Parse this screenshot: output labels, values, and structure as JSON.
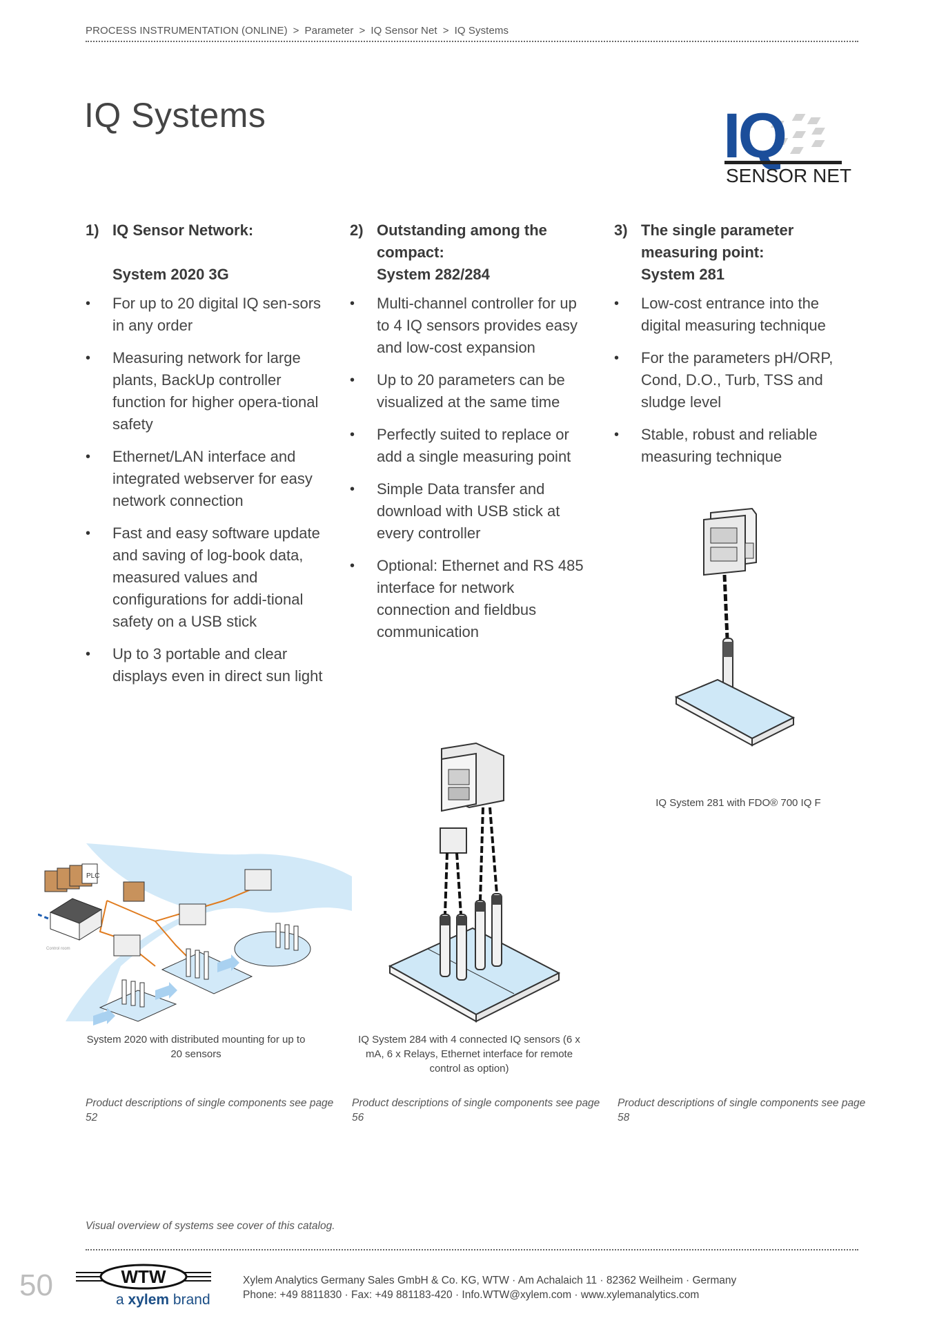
{
  "breadcrumb": [
    "PROCESS INSTRUMENTATION (ONLINE)",
    "Parameter",
    "IQ Sensor Net",
    "IQ Systems"
  ],
  "breadcrumb_separator": ">",
  "page_title": "IQ Systems",
  "logo": {
    "mark": "IQ",
    "text": "SENSOR NET",
    "color": "#1b4e9a"
  },
  "columns": [
    {
      "num": "1)",
      "heading": "IQ Sensor Network:",
      "system": "System 2020 3G",
      "bullets": [
        "For up to 20 digital IQ sen-sors in any order",
        "Measuring network for large plants, BackUp controller function for higher opera-tional safety",
        "Ethernet/LAN interface and integrated webserver for easy network connection",
        "Fast and easy software update and saving of log-book data, measured values and configurations for addi-tional safety on a USB stick",
        "Up to 3 portable and clear displays even in direct sun light"
      ],
      "caption": "System 2020 with distributed mounting for up to 20 sensors",
      "reference": "Product descriptions of single components see page 52"
    },
    {
      "num": "2)",
      "heading": "Outstanding among the compact:",
      "system": "System 282/284",
      "bullets": [
        "Multi-channel controller for up to 4 IQ sensors provides easy and low-cost expansion",
        "Up to 20 parameters can be visualized at the same time",
        "Perfectly suited to replace or add a single measuring point",
        "Simple Data transfer and download with USB stick at every controller",
        "Optional: Ethernet and RS 485 interface for network connection and fieldbus communication"
      ],
      "caption": "IQ System 284 with 4 connected IQ sensors (6 x mA, 6 x Relays, Ethernet interface for remote control as option)",
      "reference": "Product descriptions of single components see page 56"
    },
    {
      "num": "3)",
      "heading": "The single parameter measuring point:",
      "system": "System 281",
      "bullets": [
        "Low-cost entrance into the digital measuring technique",
        "For the parameters pH/ORP, Cond, D.O., Turb, TSS and sludge level",
        "Stable, robust and reliable measuring technique"
      ],
      "caption": "IQ System 281 with FDO® 700 IQ F",
      "reference": "Product descriptions of single components see page 58"
    }
  ],
  "diagram_labels": {
    "plc": "PLC",
    "control_room": "Control room"
  },
  "visual_note": "Visual overview of systems see cover of this catalog.",
  "footer": {
    "page_number": "50",
    "brand": "WTW",
    "tagline_prefix": "a",
    "tagline_brand": "xylem",
    "tagline_suffix": "brand",
    "address": "Xylem Analytics Germany Sales GmbH & Co. KG, WTW · Am Achalaich 11 · 82362 Weilheim · Germany",
    "contact": "Phone: +49 8811830 · Fax: +49 881183-420 · Info.WTW@xylem.com · www.xylemanalytics.com"
  }
}
